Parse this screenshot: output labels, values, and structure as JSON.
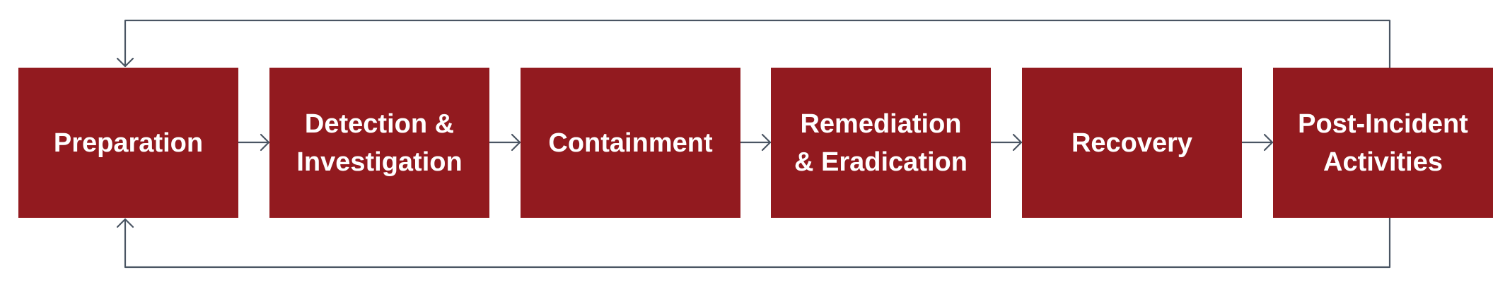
{
  "colors": {
    "box_fill": "#921a1f",
    "connector": "#4a5563",
    "label": "#ffffff",
    "background": "#ffffff"
  },
  "steps": [
    {
      "label": "Preparation"
    },
    {
      "label": "Detection &\nInvestigation"
    },
    {
      "label": "Containment"
    },
    {
      "label": "Remediation\n& Eradication"
    },
    {
      "label": "Recovery"
    },
    {
      "label": "Post-Incident\nActivities"
    }
  ]
}
